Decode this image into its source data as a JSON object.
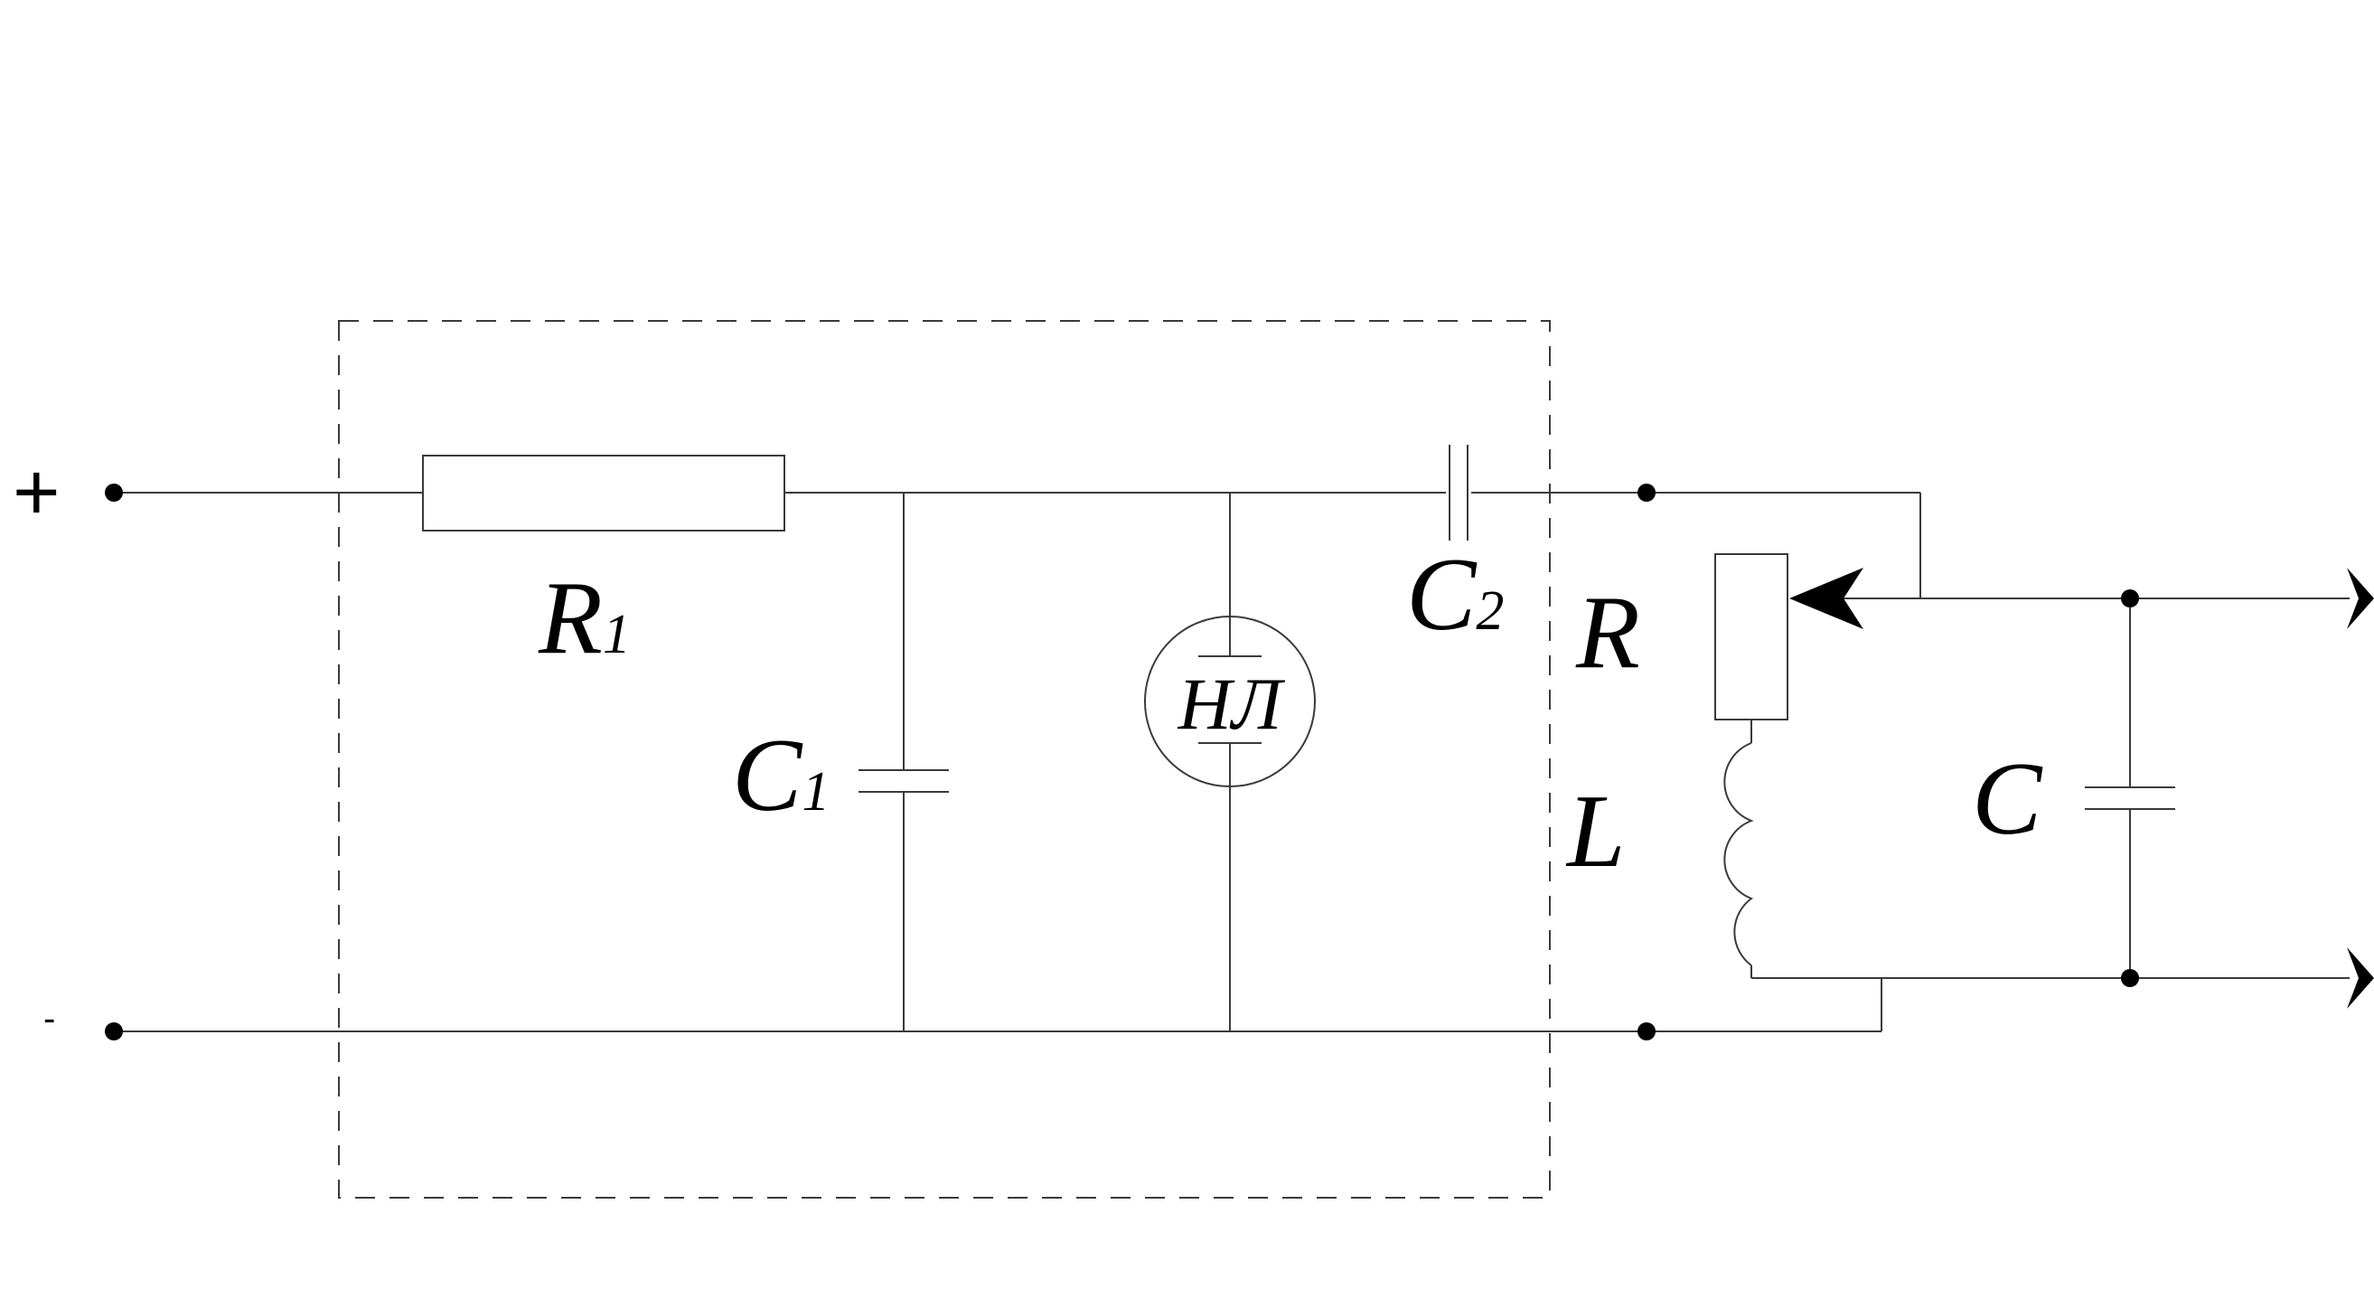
{
  "diagram": {
    "terminals": {
      "plus": "+",
      "minus": "-"
    },
    "labels": {
      "r1_main": "R",
      "r1_sub": "1",
      "c1_main": "C",
      "c1_sub": "1",
      "c2_main": "C",
      "c2_sub": "2",
      "lamp": "НЛ",
      "r": "R",
      "l": "L",
      "c": "C"
    }
  },
  "colors": {
    "stroke": "#3a3a3a",
    "ink": "#000000",
    "background": "#ffffff"
  }
}
